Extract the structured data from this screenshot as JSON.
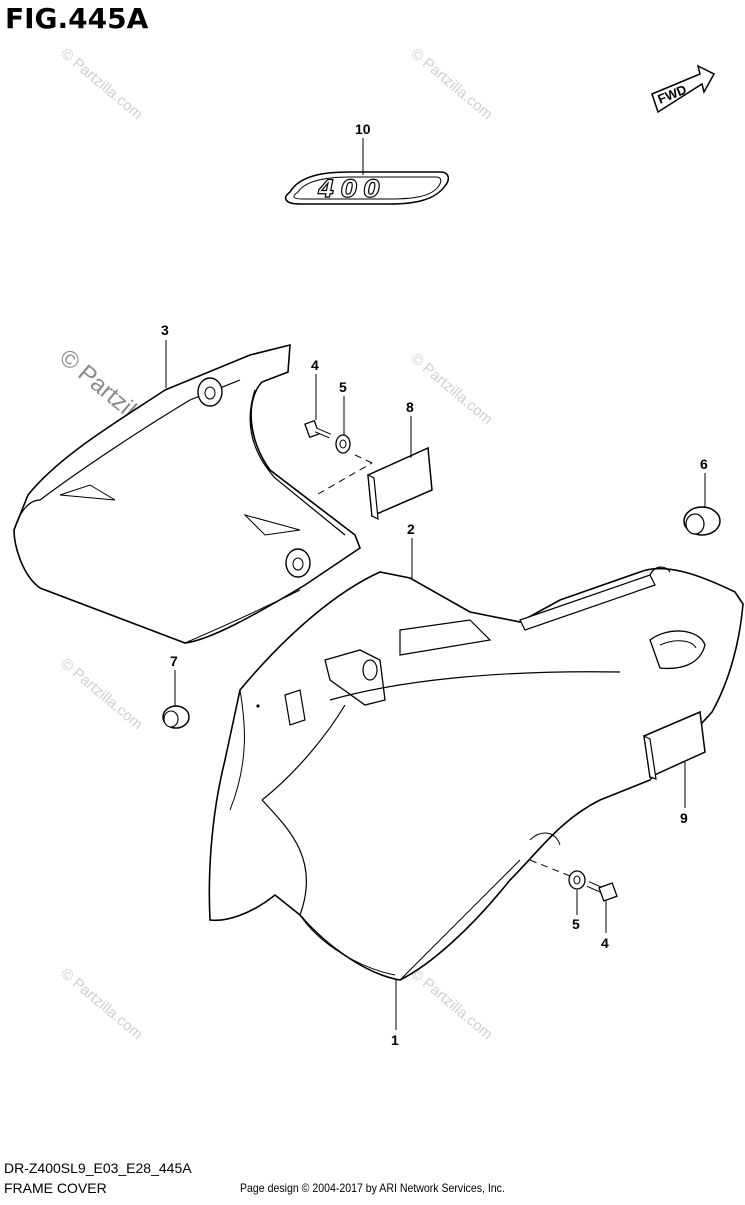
{
  "figure": {
    "title": "FIG.445A",
    "code": "DR-Z400SL9_E03_E28_445A",
    "name": "FRAME COVER",
    "copyright": "Page design © 2004-2017 by ARI Network Services, Inc."
  },
  "direction_badge": "FWD",
  "emblem_text": "400",
  "watermark": {
    "text": "© Partzilla.com"
  },
  "callouts": [
    {
      "id": "c10",
      "label": "10"
    },
    {
      "id": "c3",
      "label": "3"
    },
    {
      "id": "c4a",
      "label": "4"
    },
    {
      "id": "c5a",
      "label": "5"
    },
    {
      "id": "c8",
      "label": "8"
    },
    {
      "id": "c6",
      "label": "6"
    },
    {
      "id": "c2",
      "label": "2"
    },
    {
      "id": "c7",
      "label": "7"
    },
    {
      "id": "c9",
      "label": "9"
    },
    {
      "id": "c5b",
      "label": "5"
    },
    {
      "id": "c4b",
      "label": "4"
    },
    {
      "id": "c1",
      "label": "1"
    }
  ]
}
